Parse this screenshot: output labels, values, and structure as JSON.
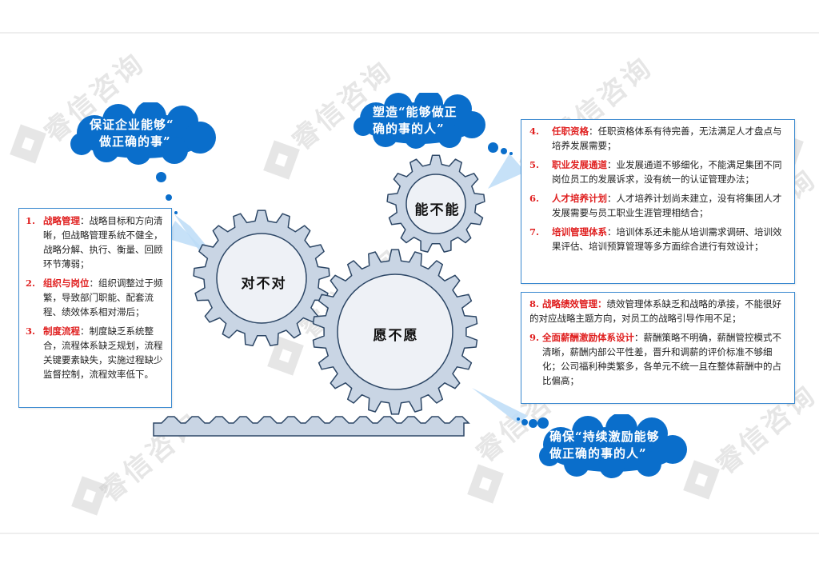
{
  "watermark": {
    "text": "睿信咨询",
    "color": "#c8c8c8"
  },
  "colors": {
    "cloud_blue": "#0a6ecb",
    "pointer_light_blue": "#bcdcf7",
    "box_border": "#3a89d0",
    "highlight_red": "#e02020",
    "gear_fill": "#c9d5e4",
    "gear_inner": "#eef1f6",
    "gear_stroke": "#2d4766"
  },
  "clouds": {
    "left": {
      "line1": "保证企业能够“",
      "line2": "做正确的事”"
    },
    "top": {
      "line1": "塑造“能够做正",
      "line2": "确的事的人”"
    },
    "bottom": {
      "line1": "确保“持续激励能够",
      "line2": "做正确的事的人”"
    }
  },
  "gears": {
    "left": {
      "label": "对不对"
    },
    "top_right": {
      "label": "能不能"
    },
    "center": {
      "label": "愿不愿"
    }
  },
  "left_box": {
    "items": [
      {
        "num": "1.",
        "key": "战略管理",
        "text": "：战略目标和方向清晰，但战略管理系统不健全，战略分解、执行、衡量、回顾环节薄弱；"
      },
      {
        "num": "2.",
        "key": "组织与岗位",
        "text": "：组织调整过于频繁，导致部门职能、配套流程、绩效体系相对滞后；"
      },
      {
        "num": "3.",
        "key": "制度流程",
        "text": "：制度缺乏系统整合，流程体系缺乏规划，流程关键要素缺失，实施过程缺少监督控制，流程效率低下。"
      }
    ]
  },
  "right_box_top": {
    "items": [
      {
        "num": "4.",
        "key": "任职资格",
        "text": "：任职资格体系有待完善，无法满足人才盘点与培养发展需要；"
      },
      {
        "num": "5.",
        "key": "职业发展通道",
        "text": "：业发展通道不够细化，不能满足集团不同岗位员工的发展诉求，没有统一的认证管理办法；"
      },
      {
        "num": "6.",
        "key": "人才培养计划",
        "text": "：人才培养计划尚未建立，没有将集团人才发展需要与员工职业生涯管理相结合；"
      },
      {
        "num": "7.",
        "key": "培训管理体系",
        "text": "：培训体系还未能从培训需求调研、培训效果评估、培训预算管理等多方面综合进行有效设计；"
      }
    ]
  },
  "right_box_bottom": {
    "items": [
      {
        "num": "8.",
        "key": "战略绩效管理：",
        "text": "绩效管理体系缺乏和战略的承接，不能很好的对应战略主题方向，对员工的战略引导作用不足；"
      },
      {
        "num": "9.",
        "key": "全面薪酬激励体系设计",
        "text": "：薪酬策略不明确，薪酬管控模式不清晰，薪酬内部公平性差，晋升和调薪的评价标准不够细化；公司福利种类繁多，各单元不统一且在整体薪酬中的占比偏高；"
      }
    ]
  }
}
